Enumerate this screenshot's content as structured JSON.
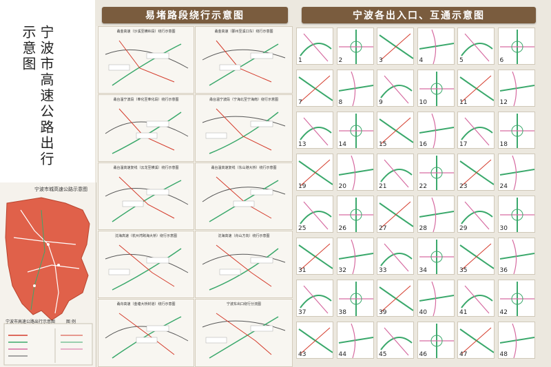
{
  "title": "宁波市高速公路出行示意图",
  "city_map": {
    "title": "宁波市城高速公路示意图",
    "legend_title": "宁波市高速公路出行示意图",
    "legend_label": "图 例"
  },
  "banners": {
    "detour": "易堵路段绕行示意图",
    "ports": "宁波各出入口、互通示意图"
  },
  "detour_maps": [
    {
      "title": "甬金高速（沙溪至横岭段）绕行示意图"
    },
    {
      "title": "甬金高速（鄞州至溪口东）绕行示意图"
    },
    {
      "title": "甬台温宁波段（奉化至奉化段）绕行示意图"
    },
    {
      "title": "甬台温宁波段（宁海北至宁海南）绕行示意图"
    },
    {
      "title": "甬台温高速复线（云龙至横溪）绕行示意图"
    },
    {
      "title": "甬台温高速复线（东山港大桥）绕行示意图"
    },
    {
      "title": "沈海高速（杭州湾跨海大桥）绕行示意图"
    },
    {
      "title": "沈海高速（舟山方向）绕行示意图"
    },
    {
      "title": "甬舟高速（金塘大桥封道）绕行示意图"
    },
    {
      "title": "宁波东出口绕行分流图"
    }
  ],
  "tiles": [
    "1",
    "2",
    "3",
    "4",
    "5",
    "6",
    "7",
    "8",
    "9",
    "10",
    "11",
    "12",
    "13",
    "14",
    "15",
    "16",
    "17",
    "18",
    "19",
    "20",
    "21",
    "22",
    "23",
    "24",
    "25",
    "26",
    "27",
    "28",
    "29",
    "30",
    "31",
    "32",
    "33",
    "34",
    "35",
    "36",
    "37",
    "38",
    "39",
    "40",
    "41",
    "42",
    "43",
    "44",
    "45",
    "46",
    "47",
    "48"
  ],
  "colors": {
    "banner": "#7a5c3e",
    "highway_green": "#3aa86b",
    "road_pink": "#d66aa0",
    "road_red": "#d43a2a",
    "land_red": "#e0614a"
  }
}
